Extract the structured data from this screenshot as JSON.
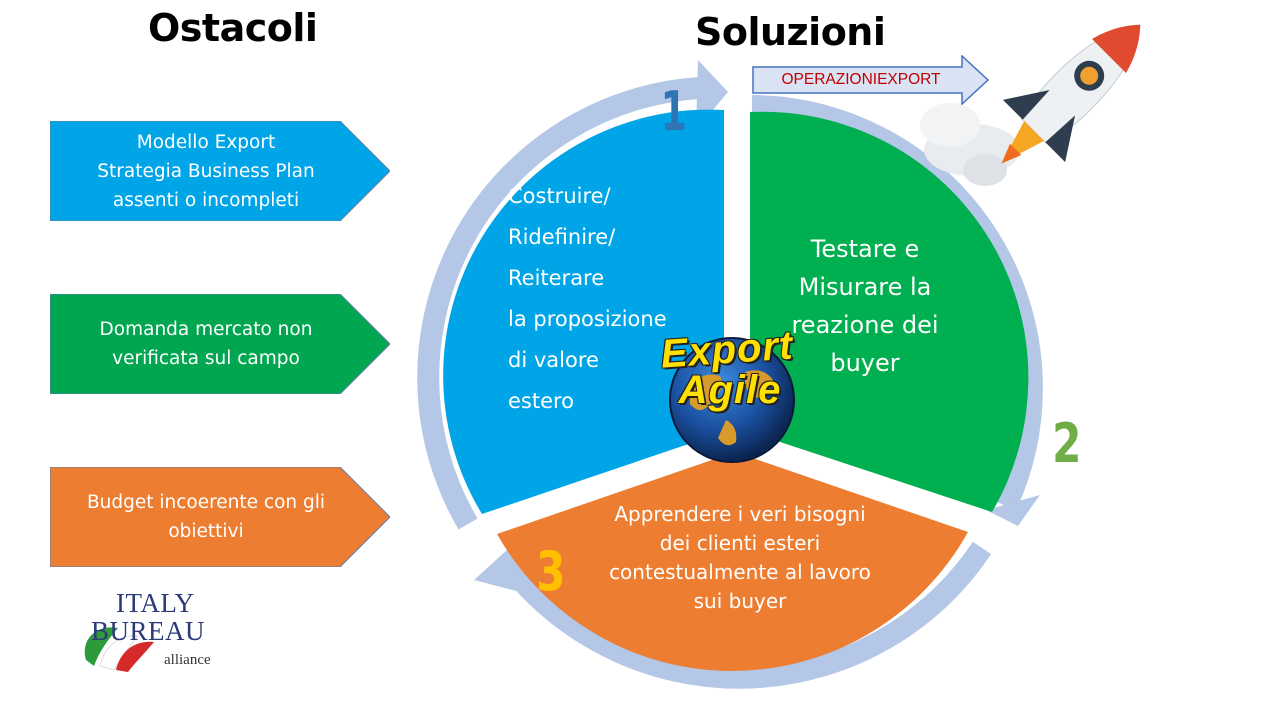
{
  "headings": {
    "left": "Ostacoli",
    "right": "Soluzioni"
  },
  "obstacles": [
    {
      "text": "Modello Export\nStrategia Business Plan\nassenti o incompleti",
      "color": "#00a5e8"
    },
    {
      "text": "Domanda mercato non\nverificata sul campo",
      "color": "#00a650"
    },
    {
      "text": "Budget incoerente con gli\nobiettivi",
      "color": "#ed7d31"
    }
  ],
  "cycle": {
    "segments": [
      {
        "step": "1",
        "text": "   Costruire/\nRidefinire/\nReiterare\nla  proposizione\ndi valore\nestero",
        "color": "#00a5e8"
      },
      {
        "step": "2",
        "text": "Testare e\nMisurare la\nreazione dei\nbuyer",
        "color": "#00b050"
      },
      {
        "step": "3",
        "text": "Apprendere i veri bisogni\ndei clienti esteri\ncontestualmente al lavoro\nsui buyer",
        "color": "#ed7d31"
      }
    ],
    "ring_color": "#b4c7e7",
    "center_logo": {
      "line1": "Export",
      "line2": "Agile"
    }
  },
  "tag": {
    "label": "OPERAZIONIEXPORT"
  },
  "brand": {
    "line1": "ITALY",
    "line2": "BUREAU",
    "line3": "alliance"
  }
}
